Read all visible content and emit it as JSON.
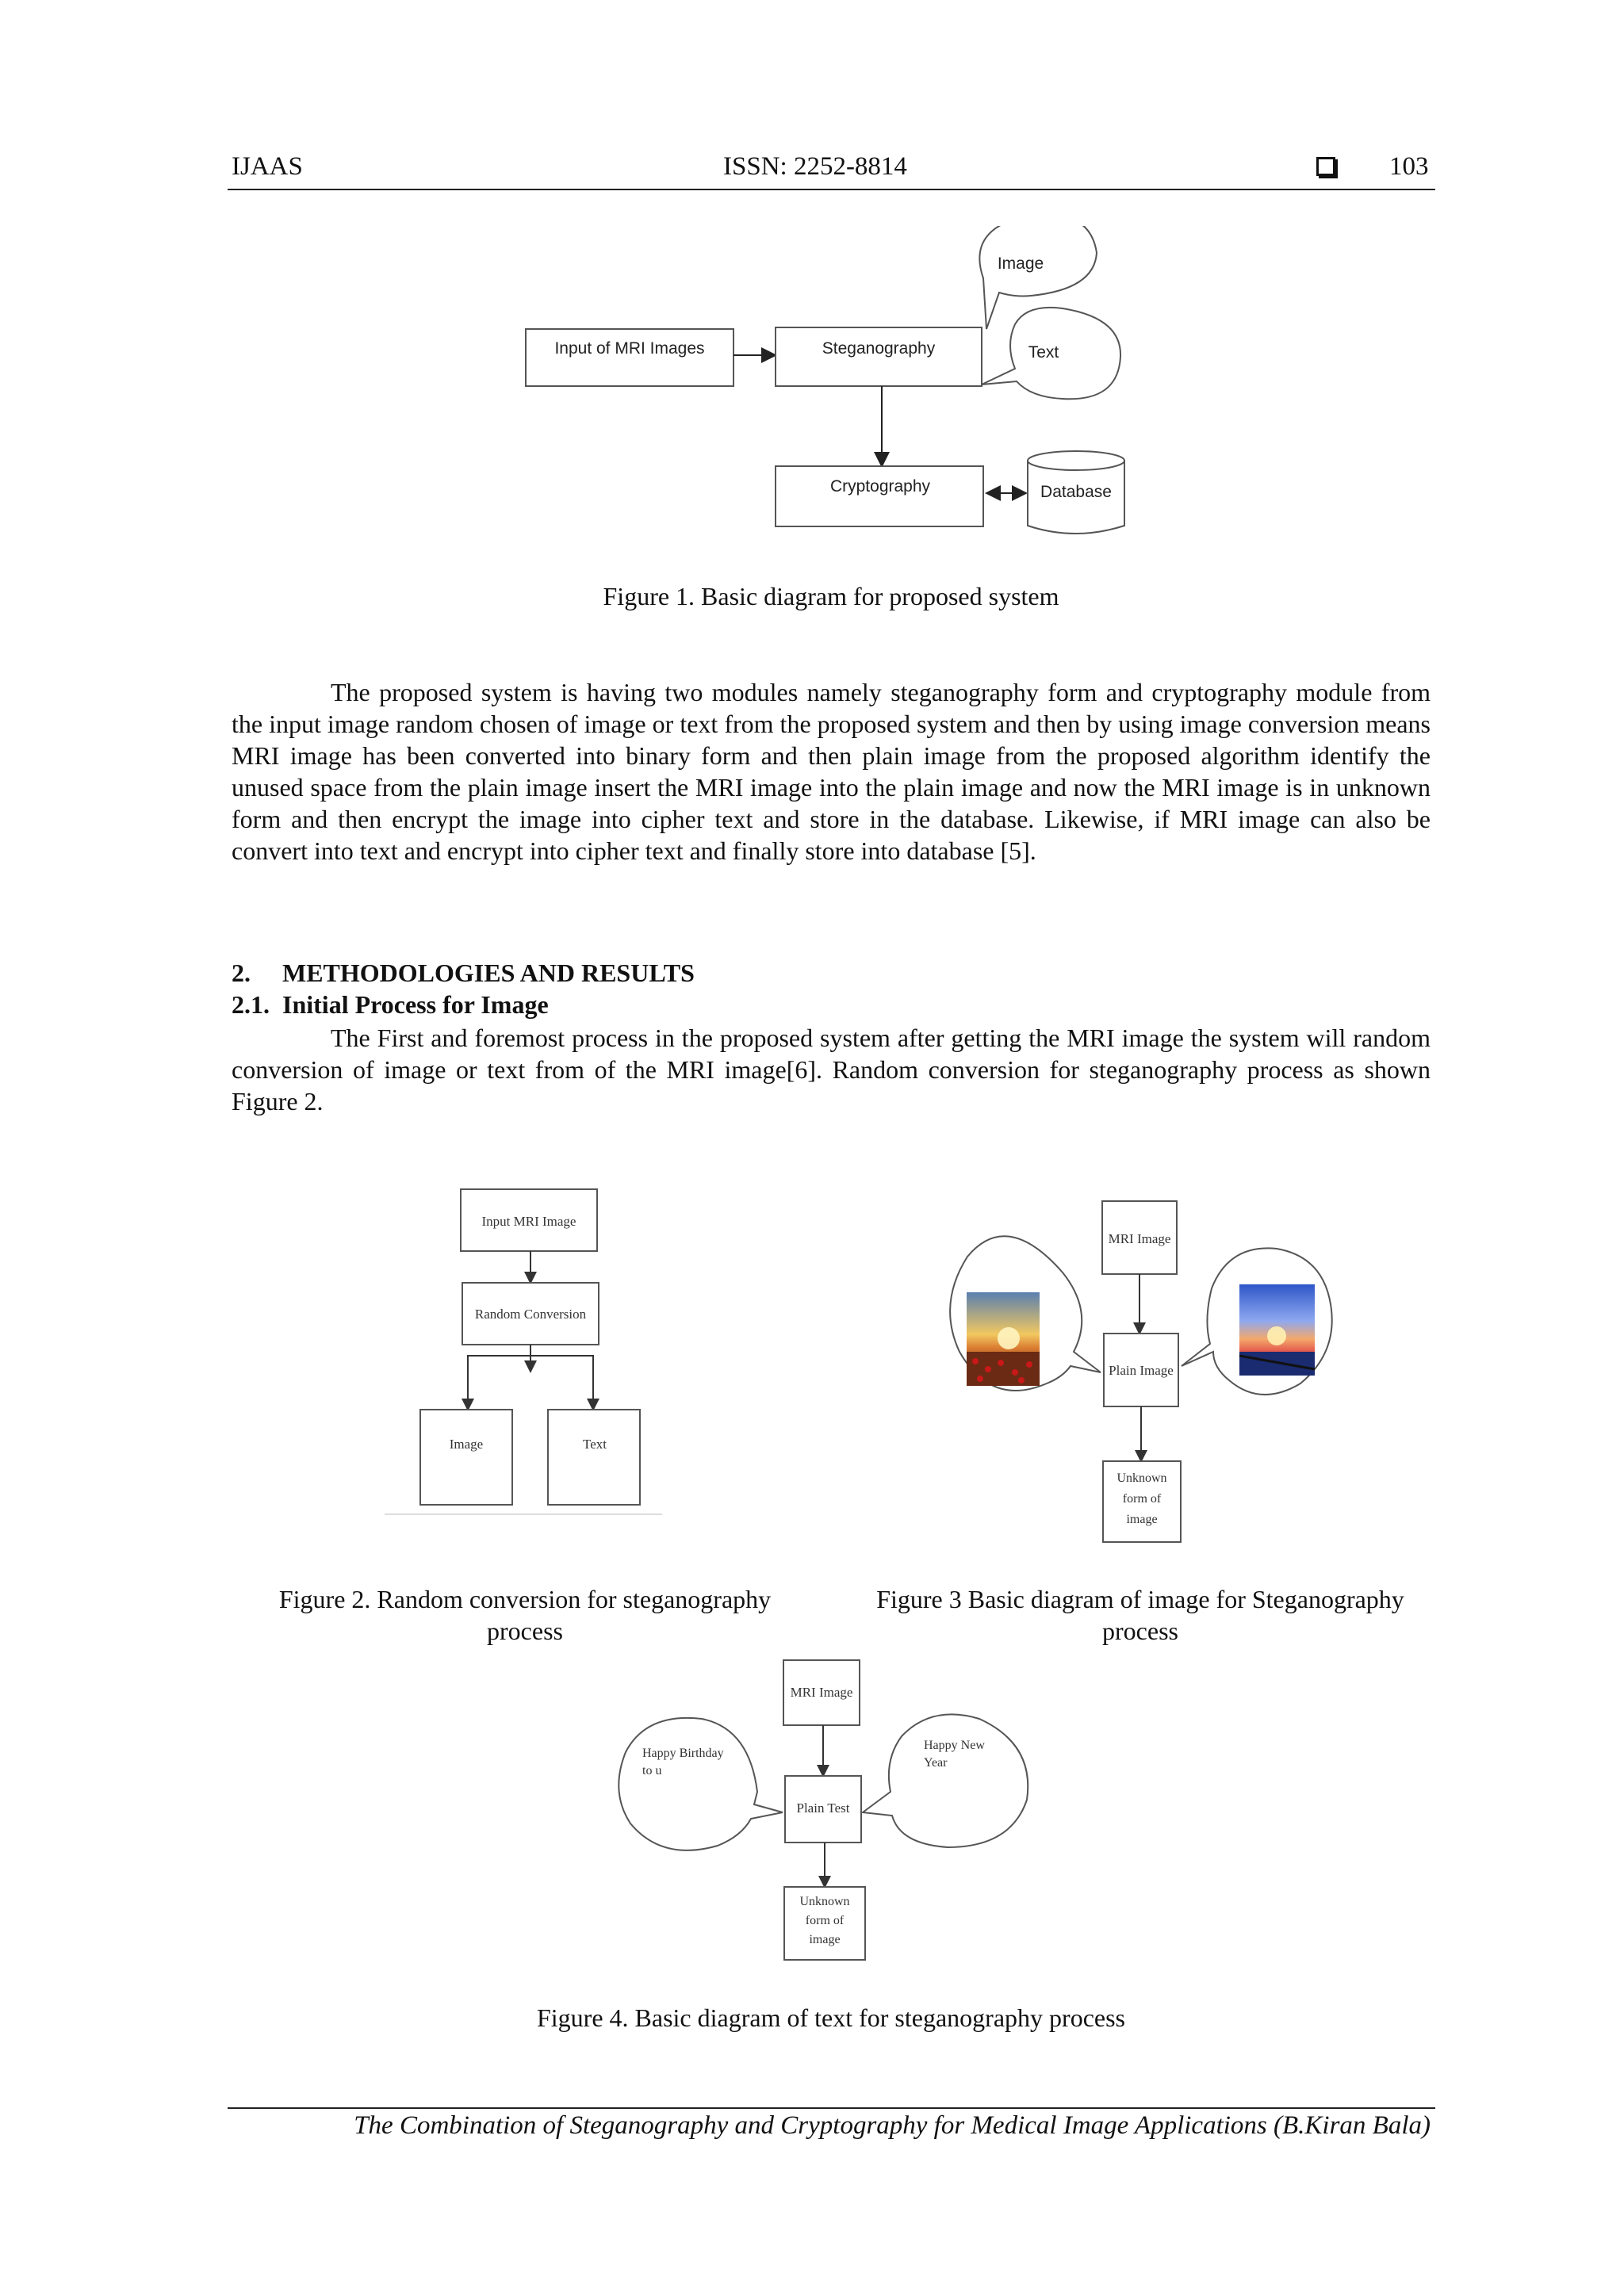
{
  "header": {
    "journal": "IJAAS",
    "issn": "ISSN: 2252-8814",
    "page": "103"
  },
  "figure1": {
    "nodes": {
      "input": "Input of MRI Images",
      "stego": "Steganography",
      "crypto": "Cryptography",
      "database": "Database"
    },
    "bubbles": {
      "image": "Image",
      "text": "Text"
    },
    "caption": "Figure 1. Basic diagram for proposed system"
  },
  "body": {
    "paragraph1": "The proposed system is having two modules namely steganography form and cryptography module from the input image random chosen of image or text from the proposed system and then by using image conversion means MRI image has been converted into binary form and then plain image from the proposed algorithm identify the unused space from the plain image insert the MRI image into the plain image and now the MRI image is in unknown form and then encrypt the image into cipher text and store in the database. Likewise, if MRI image can also be convert into text and encrypt into cipher text and finally store into database [5].",
    "section_number": "2.",
    "section_title": "METHODOLOGIES AND RESULTS",
    "subsection": "2.1.  Initial Process for Image",
    "paragraph2": "The First and foremost process in the proposed system after getting the MRI image the system will random conversion of image or text from of the MRI image[6]. Random conversion for steganography process as shown Figure 2."
  },
  "figure2": {
    "nodes": {
      "input": "Input MRI Image",
      "random": "Random Conversion",
      "image": "Image",
      "text": "Text"
    },
    "caption": "Figure 2. Random conversion for steganography process"
  },
  "figure3": {
    "nodes": {
      "mri": "MRI Image",
      "plain": "Plain Image",
      "unknown_l1": "Unknown",
      "unknown_l2": "form of",
      "unknown_l3": "image"
    },
    "caption": "Figure 3 Basic diagram of image for Steganography process"
  },
  "figure4": {
    "nodes": {
      "mri": "MRI Image",
      "plain": "Plain Test",
      "unknown_l1": "Unknown",
      "unknown_l2": "form of",
      "unknown_l3": "image"
    },
    "bubbles": {
      "left_l1": "Happy Birthday",
      "left_l2": "to u",
      "right_l1": "Happy New",
      "right_l2": "Year"
    },
    "caption": "Figure 4. Basic diagram of text for steganography process"
  },
  "footer": {
    "running_title": "The Combination of Steganography and Cryptography for Medical Image Applications (B.Kiran Bala)"
  }
}
